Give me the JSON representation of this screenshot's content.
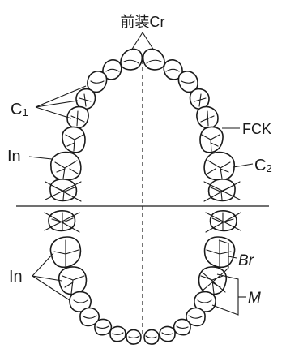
{
  "labels": {
    "top_center": "前装Cr",
    "c1": "C",
    "c1_sub": "1",
    "in_upper": "In",
    "fck": "FCK",
    "c2": "C",
    "c2_sub": "2",
    "in_lower": "In",
    "br": "Br",
    "m": "M"
  }
}
